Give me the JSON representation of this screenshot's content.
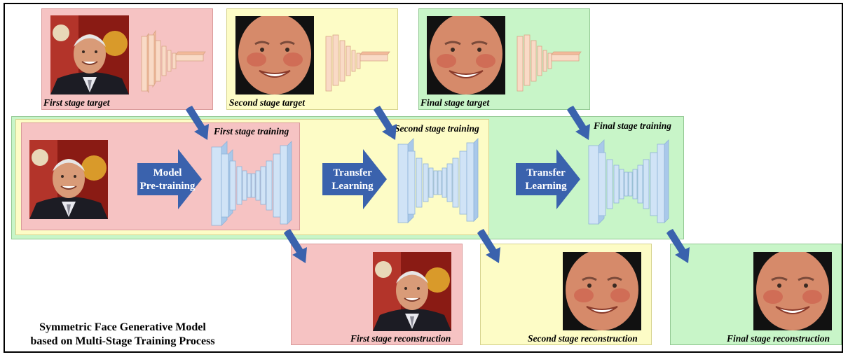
{
  "captions": {
    "target1": "First stage target",
    "target2": "Second stage target",
    "target3": "Final stage target",
    "train1": "First stage training",
    "train2": "Second stage training",
    "train3": "Final stage training",
    "recon1": "First stage reconstruction",
    "recon2": "Second stage reconstruction",
    "recon3": "Final stage reconstruction"
  },
  "arrows": {
    "pretrain_line1": "Model",
    "pretrain_line2": "Pre-training",
    "transfer_line1": "Transfer",
    "transfer_line2": "Learning"
  },
  "title": {
    "line1": "Symmetric Face Generative Model",
    "line2": "based on Multi-Stage Training Process"
  },
  "colors": {
    "stage1": "#f6c3c3",
    "stage2": "#fdfcc6",
    "stage3": "#c8f5c8",
    "arrow": "#3a62ad",
    "encoder": "#f7cfb3",
    "autoencoder": "#c6dcf3"
  }
}
